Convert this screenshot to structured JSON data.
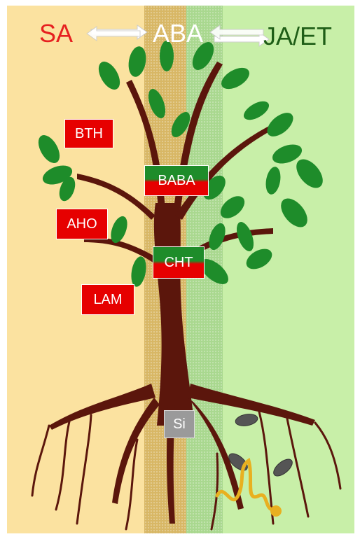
{
  "colors": {
    "sa_zone": "#fbe2a0",
    "aba_zone_left": "#d8b765",
    "aba_zone_right": "#a9d88f",
    "jaet_zone": "#c8efa8",
    "sa_text": "#e62020",
    "jaet_text": "#1f5e17",
    "aba_text": "#ffffff",
    "trunk": "#5b160c",
    "leaf": "#1e8c2a",
    "tag_red": "#e60000",
    "tag_gray": "#9a9a9a"
  },
  "hormones": {
    "sa": "SA",
    "aba": "ABA",
    "jaet": "JA/ET"
  },
  "treatments": {
    "bth": "BTH",
    "baba": "BABA",
    "aho": "AHO",
    "cht": "CHT",
    "lam": "LAM",
    "si": "Si"
  },
  "icons": [
    "double-arrow-icon",
    "tree-icon",
    "leaf-icon",
    "insect-icon",
    "fungal-hypha-icon"
  ]
}
